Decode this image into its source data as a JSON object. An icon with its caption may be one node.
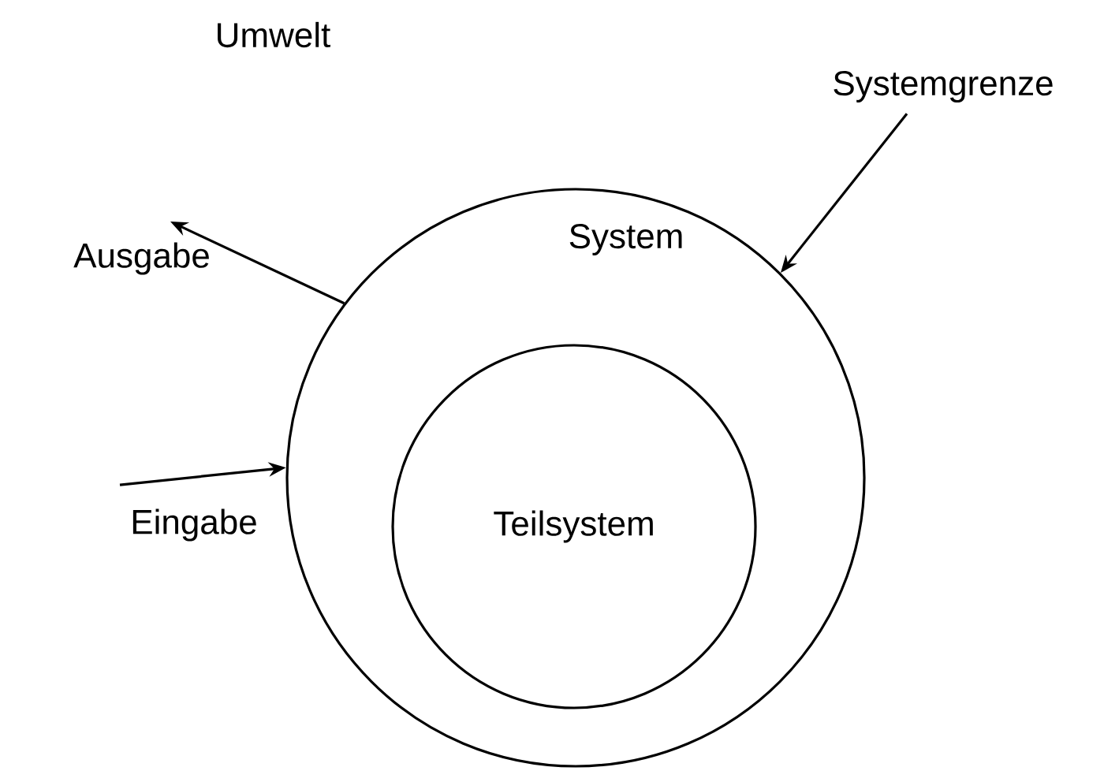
{
  "diagram": {
    "nodes": [
      {
        "text": [
          "System"
        ]
      },
      {
        "text": [
          "Teilsystem"
        ],
        "in": 0
      },
      {
        "text": [
          "Systemgrenze"
        ]
      },
      {
        "text": [
          "Ausgabe"
        ]
      },
      {
        "text": [
          "Eingabe"
        ]
      }
    ],
    "edges": [
      {
        "from": 2,
        "to": 0,
        "arrow": "to"
      },
      {
        "from": 0,
        "to": 3,
        "arrow": "to"
      },
      {
        "from": 4,
        "to": 0,
        "arrow": "to"
      }
    ],
    "labels": [
      "Umwelt"
    ]
  }
}
